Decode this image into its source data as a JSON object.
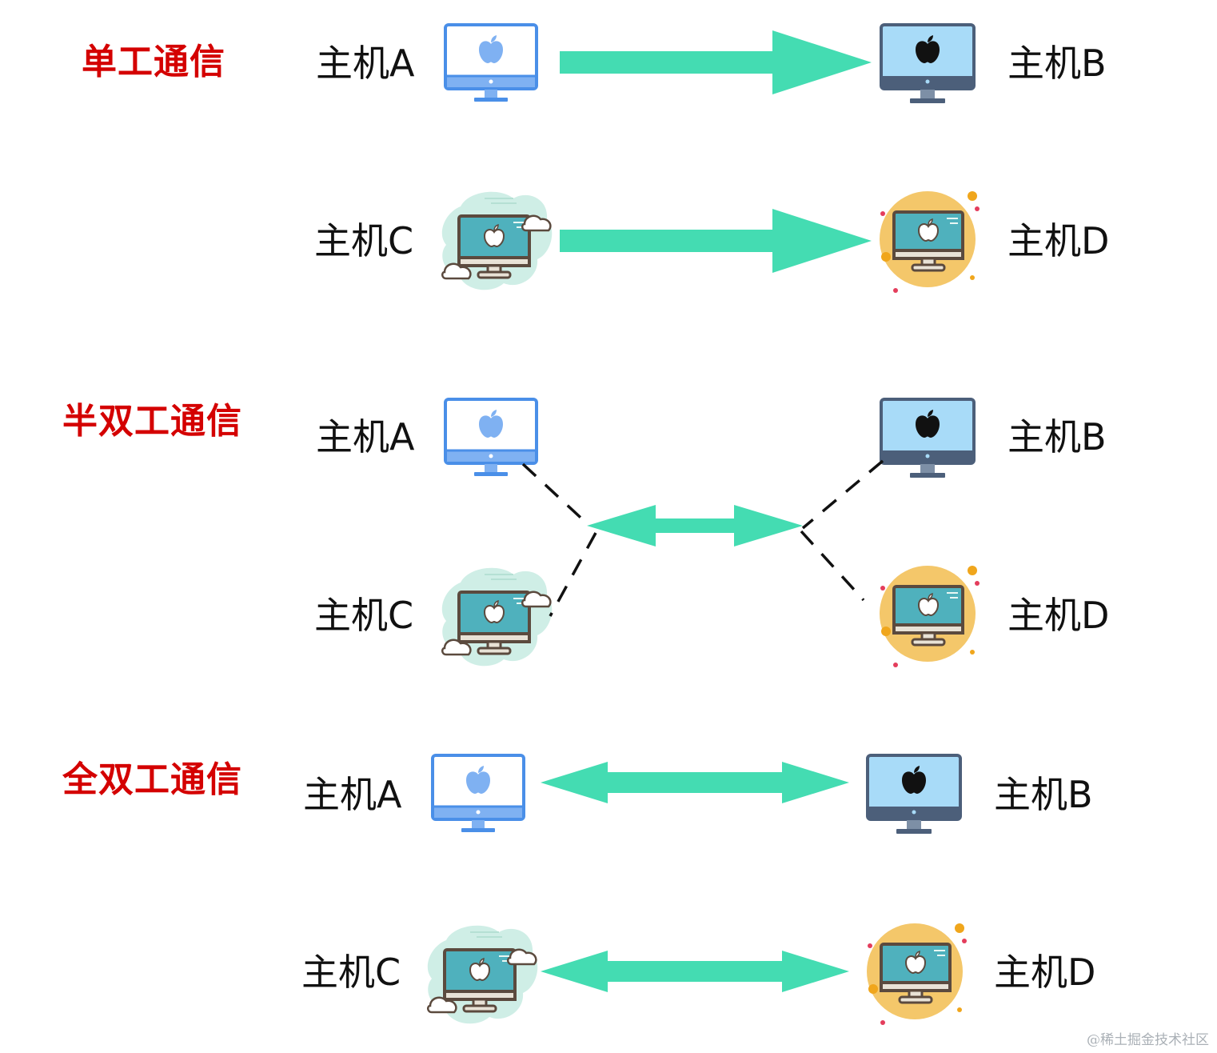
{
  "sections": [
    {
      "title": "单工通信"
    },
    {
      "title": "半双工通信"
    },
    {
      "title": "全双工通信"
    }
  ],
  "hosts": {
    "a": "主机A",
    "b": "主机B",
    "c": "主机C",
    "d": "主机D"
  },
  "watermark": "@稀土掘金技术社区",
  "colors": {
    "title": "#d40000",
    "arrow": "#44dcb2",
    "label": "#111111",
    "connector": "#111111"
  },
  "icons": {
    "host_a": "computer-icon-blue",
    "host_b": "computer-icon-dark",
    "host_c": "computer-icon-cloud",
    "host_d": "computer-icon-sun"
  }
}
